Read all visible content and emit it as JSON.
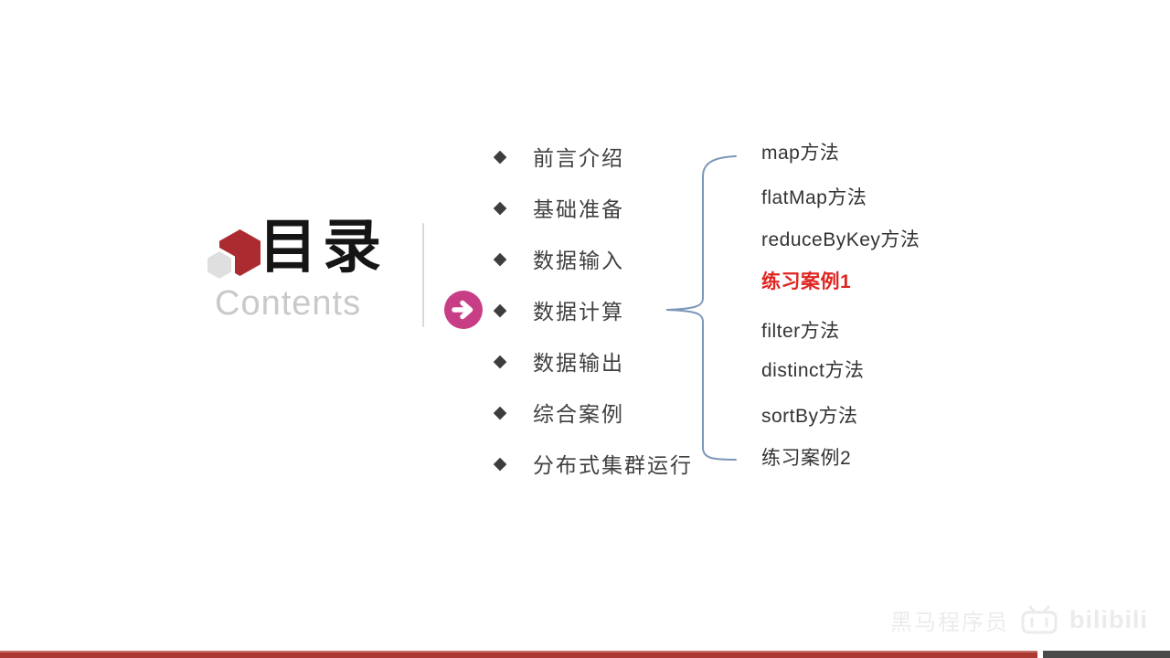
{
  "header": {
    "title": "目录",
    "subtitle": "Contents"
  },
  "menu": {
    "bullet_glyph": "◆",
    "items": [
      {
        "label": "前言介绍",
        "active": false
      },
      {
        "label": "基础准备",
        "active": false
      },
      {
        "label": "数据输入",
        "active": false
      },
      {
        "label": "数据计算",
        "active": true
      },
      {
        "label": "数据输出",
        "active": false
      },
      {
        "label": "综合案例",
        "active": false
      },
      {
        "label": "分布式集群运行",
        "active": false
      }
    ]
  },
  "submenu": {
    "items": [
      {
        "label": "map方法",
        "highlighted": false
      },
      {
        "label": "flatMap方法",
        "highlighted": false
      },
      {
        "label": "reduceByKey方法",
        "highlighted": false
      },
      {
        "label": "练习案例1",
        "highlighted": true
      },
      {
        "label": "filter方法",
        "highlighted": false
      },
      {
        "label": "distinct方法",
        "highlighted": false
      },
      {
        "label": "sortBy方法",
        "highlighted": false
      },
      {
        "label": "练习案例2",
        "highlighted": false
      }
    ]
  },
  "watermark": {
    "uploader": "黑马程序员",
    "brand": "bilibili"
  },
  "colors": {
    "logo_red": "#ac2b31",
    "logo_gray": "#dfdfdf",
    "title_black": "#151515",
    "subtitle_gray": "#c9c9c9",
    "menu_text": "#404040",
    "active_pink": "#c73e87",
    "brace_blue": "#7c97b8",
    "submenu_text": "#333333",
    "highlight_red": "#e02521",
    "footer_red": "#a93931",
    "footer_gray": "#4a4a4a"
  }
}
